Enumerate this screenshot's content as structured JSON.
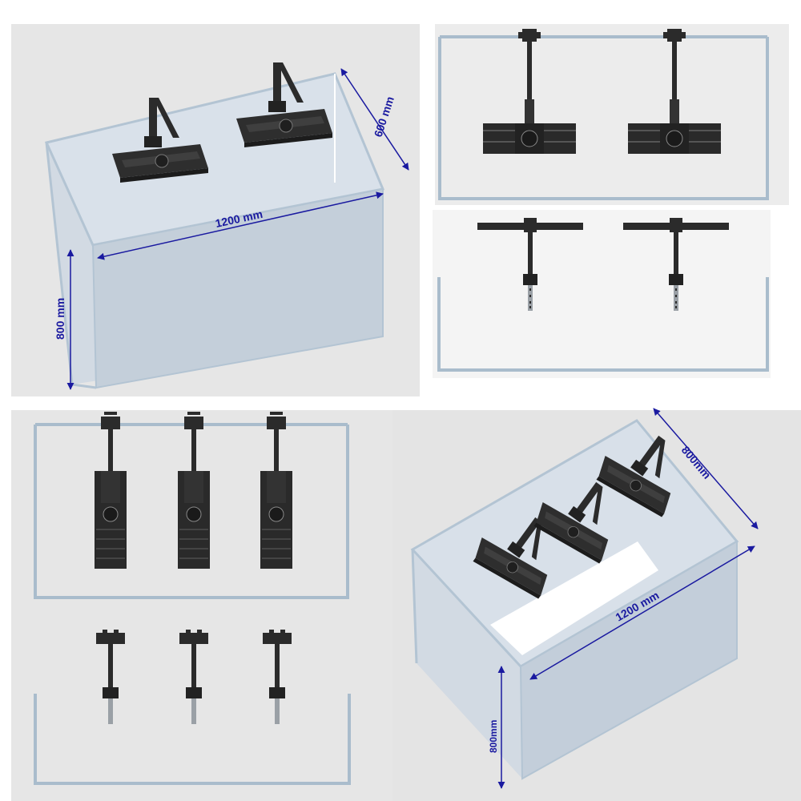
{
  "panels": {
    "two_lights_iso": {
      "width_label": "1200 mm",
      "depth_label": "600 mm",
      "height_label": "800 mm"
    },
    "three_lights_iso": {
      "width_label": "1200 mm",
      "depth_label": "800mm",
      "height_label": "800mm"
    }
  },
  "colors": {
    "dimension": "#1a1aa0",
    "tank_glass": "#c9d3de",
    "tank_edge": "#a9bccc",
    "fixture": "#2b2b2b",
    "panel_bg": "#e6e6e6"
  }
}
